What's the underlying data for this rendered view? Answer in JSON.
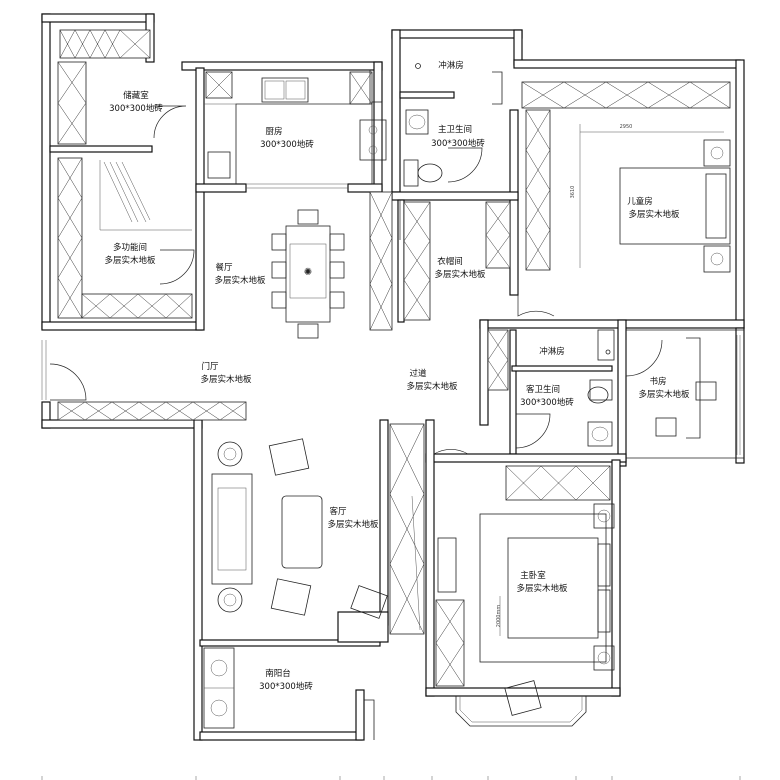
{
  "rooms": [
    {
      "id": "storage",
      "name": "储藏室",
      "floor": "300*300地砖"
    },
    {
      "id": "kitchen",
      "name": "厨房",
      "floor": "300*300地砖"
    },
    {
      "id": "shower_master",
      "name": "冲淋房",
      "floor": ""
    },
    {
      "id": "master_bath",
      "name": "主卫生间",
      "floor": "300*300地砖"
    },
    {
      "id": "kids_room",
      "name": "儿童房",
      "floor": "多层实木地板"
    },
    {
      "id": "multi_room",
      "name": "多功能间",
      "floor": "多层实木地板"
    },
    {
      "id": "dining",
      "name": "餐厅",
      "floor": "多层实木地板"
    },
    {
      "id": "closet",
      "name": "衣帽间",
      "floor": "多层实木地板"
    },
    {
      "id": "foyer",
      "name": "门厅",
      "floor": "多层实木地板"
    },
    {
      "id": "corridor",
      "name": "过道",
      "floor": "多层实木地板"
    },
    {
      "id": "shower_guest",
      "name": "冲淋房",
      "floor": ""
    },
    {
      "id": "guest_bath",
      "name": "客卫生间",
      "floor": "300*300地砖"
    },
    {
      "id": "study",
      "name": "书房",
      "floor": "多层实木地板"
    },
    {
      "id": "living",
      "name": "客厅",
      "floor": "多层实木地板"
    },
    {
      "id": "master_bedroom",
      "name": "主卧室",
      "floor": "多层实木地板"
    },
    {
      "id": "south_balcony",
      "name": "南阳台",
      "floor": "300*300地砖"
    }
  ],
  "dimensions": {
    "kids_width": "2950",
    "kids_depth": "3610",
    "master_bed": "2000mm"
  }
}
